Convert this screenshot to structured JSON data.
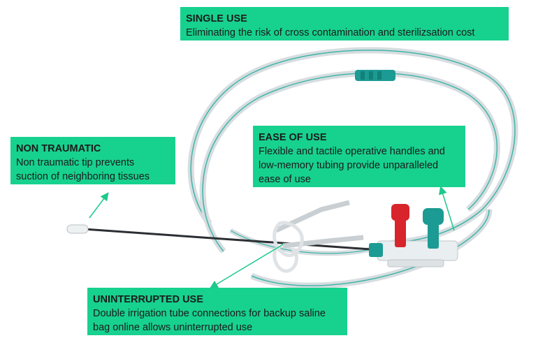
{
  "theme": {
    "callout_bg": "#17d18f",
    "arrow_color": "#1ec98a",
    "tube_color": "#d7dde0",
    "stripe_color": "#3fb6a8",
    "teal_connector": "#1b9b93",
    "red_cap": "#d8242b",
    "probe_color": "#2b2f33"
  },
  "callouts": {
    "single_use": {
      "title": "SINGLE USE",
      "text": "Eliminating the risk of cross contamination and sterilizsation cost"
    },
    "non_traumatic": {
      "title": "NON TRAUMATIC",
      "line1": "Non traumatic tip prevents",
      "line2": "suction of neighboring tissues"
    },
    "ease_of_use": {
      "title": "EASE OF USE",
      "line1": "Flexible and tactile operative handles and",
      "line2": "low-memory tubing provide unparalleled",
      "line3": "ease of use"
    },
    "uninterrupted_use": {
      "title": "UNINTERRUPTED USE",
      "line1": "Double irrigation tube connections for backup saline",
      "line2": "bag online allows uninterrupted use"
    }
  }
}
